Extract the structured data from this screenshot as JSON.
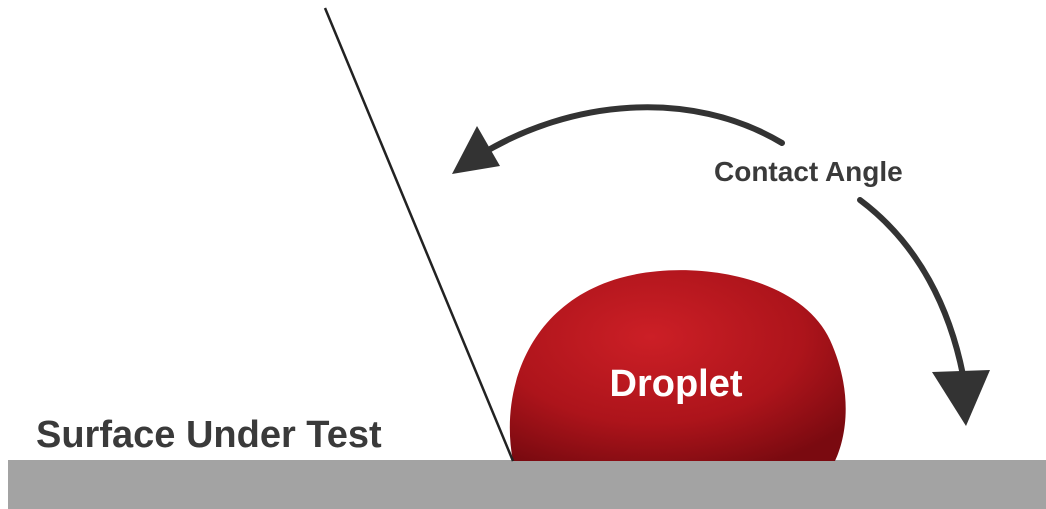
{
  "labels": {
    "contact_angle": "Contact Angle",
    "droplet": "Droplet",
    "surface": "Surface Under Test"
  },
  "colors": {
    "surface": "#a3a3a3",
    "droplet": "#b0141c",
    "text": "#3a3a3a",
    "arrow": "#333333"
  }
}
